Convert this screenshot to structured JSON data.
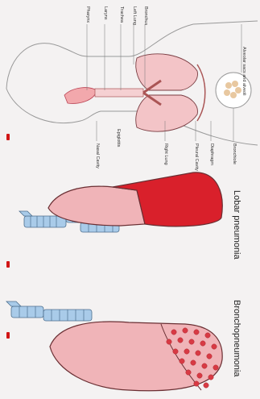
{
  "panels": {
    "bronchopneumonia": {
      "label": "Bronchopneumonia"
    },
    "lobar": {
      "label": "Lobar pneumonia"
    }
  },
  "anatomy": {
    "labels": {
      "nasal_cavity": "Nasal Cavity",
      "pharynx": "Pharynx",
      "larynx": "Larynx",
      "trachea": "Trachea",
      "left_lung": "Left Lung",
      "bronchus": "Bronchus",
      "epiglottis": "Epiglottis",
      "right_lung": "Right Lung",
      "pleural_cavity": "Pleural Cavity",
      "diaphragm": "Diaphragm",
      "bronchiole": "Bronchiole",
      "alveolar": "Alveolar sacs and alveoli"
    }
  },
  "colors": {
    "lung_pink": "#f0b4b8",
    "lung_outline": "#6a2f33",
    "lobe_red": "#d9202b",
    "spots": "#d83a44",
    "trachea_blue": "#9fc4e6",
    "bullet_red": "#d11616"
  }
}
